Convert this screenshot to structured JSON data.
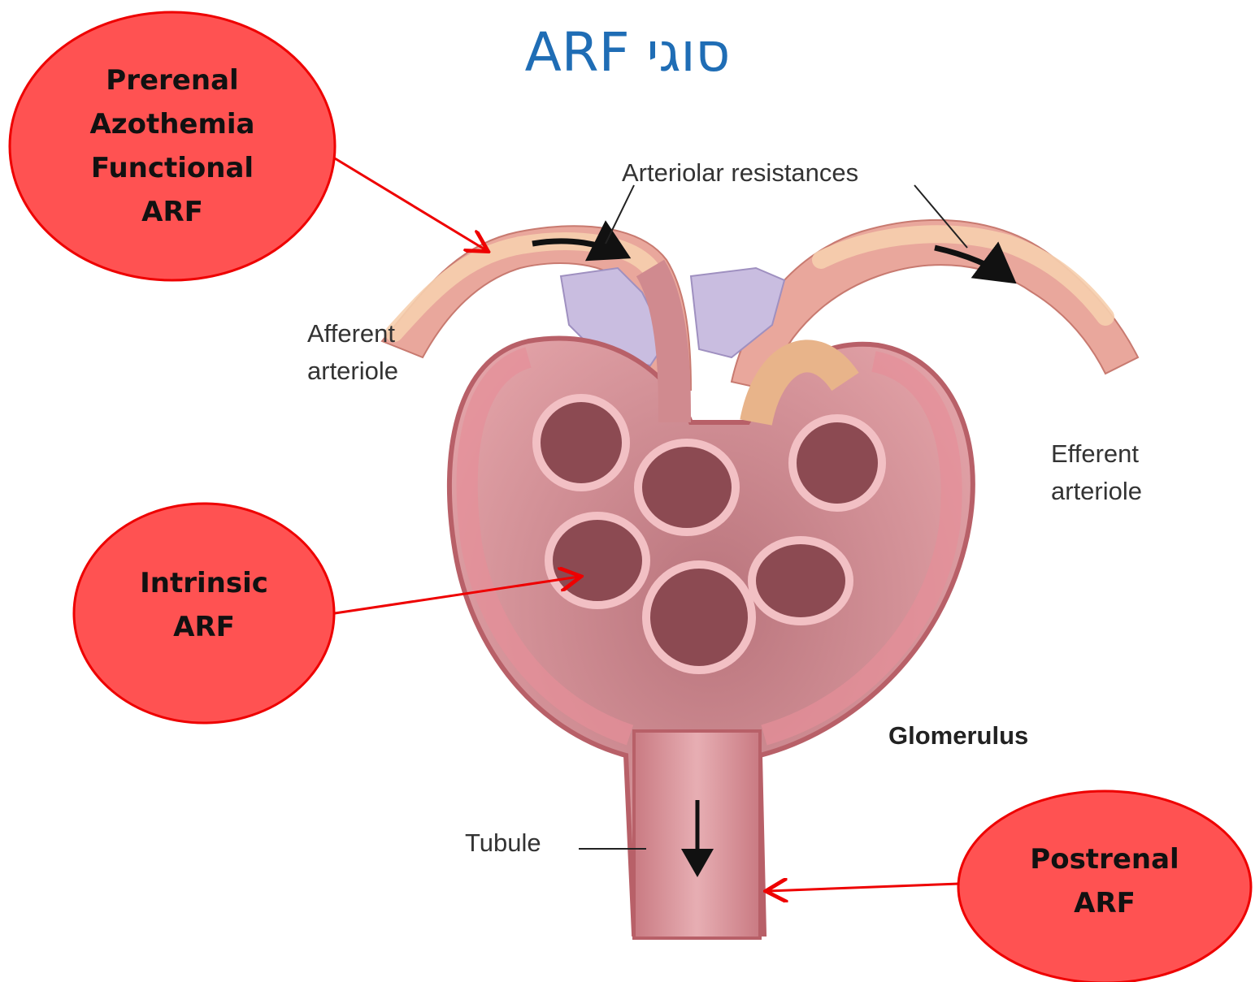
{
  "title": "סוגי ARF",
  "colors": {
    "title": "#1f6db5",
    "callout_fill": "#ff5252",
    "callout_stroke": "#ee0000",
    "arrow": "#ee0000",
    "tissue": "#d9848b",
    "tissue_dark": "#8c4a52",
    "cells_purple": "#c9bde0",
    "arteriole_orange": "#f0b890"
  },
  "callouts": {
    "prerenal": {
      "lines": [
        "Prerenal",
        "Azothemia",
        "Functional",
        "ARF"
      ]
    },
    "intrinsic": {
      "lines": [
        "Intrinsic",
        "ARF"
      ]
    },
    "postrenal": {
      "lines": [
        "Postrenal",
        "ARF"
      ]
    }
  },
  "diagram_labels": {
    "arteriolar_resistances": "Arteriolar resistances",
    "afferent": [
      "Afferent",
      "arteriole"
    ],
    "efferent": [
      "Efferent",
      "arteriole"
    ],
    "glomerulus": "Glomerulus",
    "tubule": "Tubule"
  }
}
